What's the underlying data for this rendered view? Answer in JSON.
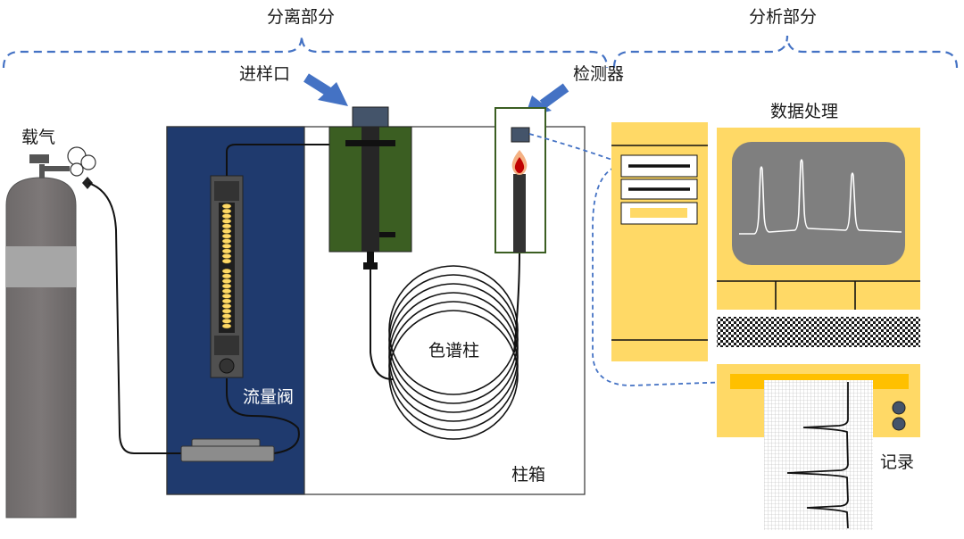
{
  "sections": {
    "separation": "分离部分",
    "analysis": "分析部分"
  },
  "labels": {
    "carrier_gas": "载气",
    "injector": "进样口",
    "detector": "检测器",
    "data_processing": "数据处理",
    "flow_valve": "流量阀",
    "column": "色谱柱",
    "oven": "柱箱",
    "recorder": "记录"
  },
  "colors": {
    "bracket": "#4472c4",
    "arrow": "#4472c4",
    "panel_navy": "#1f3a6e",
    "injector_green": "#3b5e22",
    "analysis_yellow": "#ffd966",
    "screen_gray": "#7f7f7f",
    "cylinder_gray": "#767171"
  }
}
